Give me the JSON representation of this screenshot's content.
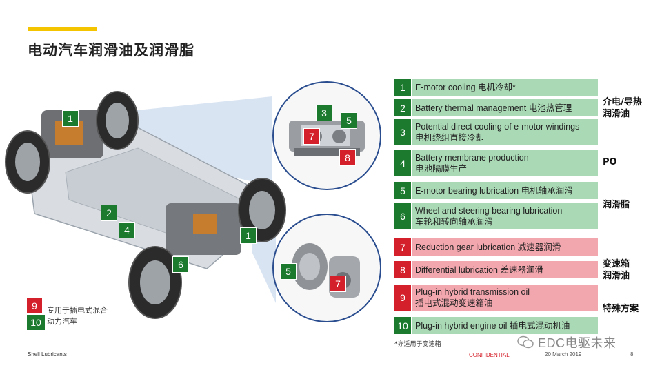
{
  "title": "电动汽车润滑油及润滑脂",
  "car_labels": [
    {
      "num": "1",
      "color": "green"
    },
    {
      "num": "2",
      "color": "green"
    },
    {
      "num": "4",
      "color": "green"
    },
    {
      "num": "6",
      "color": "green"
    },
    {
      "num": "1",
      "color": "green"
    }
  ],
  "circle_top_labels": [
    "3",
    "5",
    "7",
    "8"
  ],
  "circle_bottom_labels": [
    "5",
    "7"
  ],
  "rows": [
    {
      "num": "1",
      "en": "E-motor cooling",
      "cn": "电机冷却*",
      "color": "green"
    },
    {
      "num": "2",
      "en": "Battery thermal management",
      "cn": "电池热管理",
      "color": "green"
    },
    {
      "num": "3",
      "en": "Potential direct cooling of e-motor windings",
      "cn": "电机绕组直接冷却",
      "color": "green"
    },
    {
      "num": "4",
      "en": "Battery membrane production",
      "cn": "电池隔膜生产",
      "color": "green"
    },
    {
      "num": "5",
      "en": "E-motor bearing lubrication",
      "cn": "电机轴承润滑",
      "color": "green"
    },
    {
      "num": "6",
      "en": "Wheel and steering bearing lubrication",
      "cn": "车轮和转向轴承润滑",
      "color": "green"
    },
    {
      "num": "7",
      "en": "Reduction gear lubrication",
      "cn": "减速器润滑",
      "color": "red"
    },
    {
      "num": "8",
      "en": "Differential lubrication",
      "cn": "差速器润滑",
      "color": "red"
    },
    {
      "num": "9",
      "en": "Plug-in hybrid transmission oil",
      "cn": "插电式混动变速箱油",
      "color": "red"
    },
    {
      "num": "10",
      "en": "Plug-in hybrid engine oil",
      "cn": "插电式混动机油",
      "color": "green"
    }
  ],
  "categories": [
    {
      "line1": "介电/导热",
      "line2": "润滑油"
    },
    {
      "line1": "PO",
      "line2": ""
    },
    {
      "line1": "润滑脂",
      "line2": ""
    },
    {
      "line1": "变速箱",
      "line2": "润滑油"
    },
    {
      "line1": "特殊方案",
      "line2": ""
    }
  ],
  "legend": {
    "item9_num": "9",
    "item9_text": "专用于插电式混合",
    "item10_num": "10",
    "item10_text": "动力汽车"
  },
  "footer": {
    "brand": "Shell Lubricants",
    "confidential": "CONFIDENTIAL",
    "date": "20 March 2019",
    "page": "8",
    "note": "*亦适用于变速箱",
    "watermark": "EDC电驱未来"
  },
  "colors": {
    "accent": "#f5c400",
    "green": "#1c7a2f",
    "green_light": "#a9d9b5",
    "red": "#d4202a",
    "red_light": "#f2a6ad",
    "circle_border": "#2a4d8f"
  }
}
